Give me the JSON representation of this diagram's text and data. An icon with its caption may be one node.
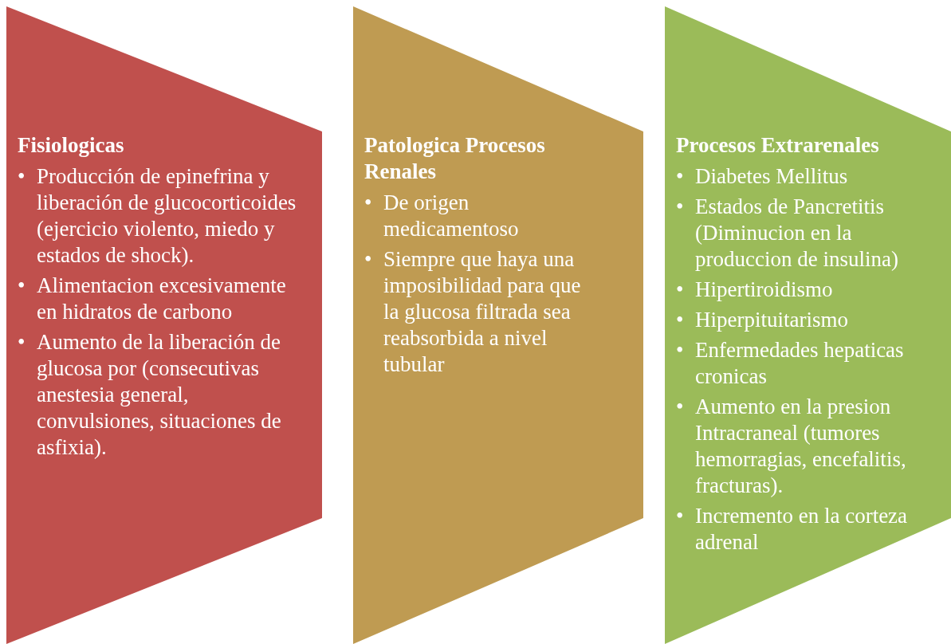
{
  "diagram": {
    "nodes": [
      {
        "text": [
          "Fisiologicas",
          "Producción de epinefrina y liberación de glucocorticoides (ejercicio violento, miedo y estados de shock).",
          "Alimentacion excesivamente en hidratos de carbono",
          "Aumento de la liberación de glucosa por (consecutivas anestesia general, convulsiones, situaciones de asfixia)."
        ]
      },
      {
        "text": [
          "Patologica Procesos Renales",
          "De origen medicamentoso",
          "Siempre que haya una imposibilidad para que la glucosa filtrada sea reabsorbida a nivel tubular"
        ]
      },
      {
        "text": [
          "Procesos Extrarenales",
          "Diabetes Mellitus",
          "Estados de Pancretitis (Diminucion en la produccion de insulina)",
          "Hipertiroidismo",
          "Hiperpituitarismo",
          "Enfermedades hepaticas cronicas",
          "Aumento en la presion Intracraneal (tumores hemorragias, encefalitis, fracturas).",
          "Incremento en la corteza adrenal"
        ]
      }
    ],
    "labels": [
      "•",
      "•",
      "•",
      "•",
      "•",
      "•",
      "•",
      "•",
      "•",
      "•",
      "•",
      "•"
    ]
  }
}
